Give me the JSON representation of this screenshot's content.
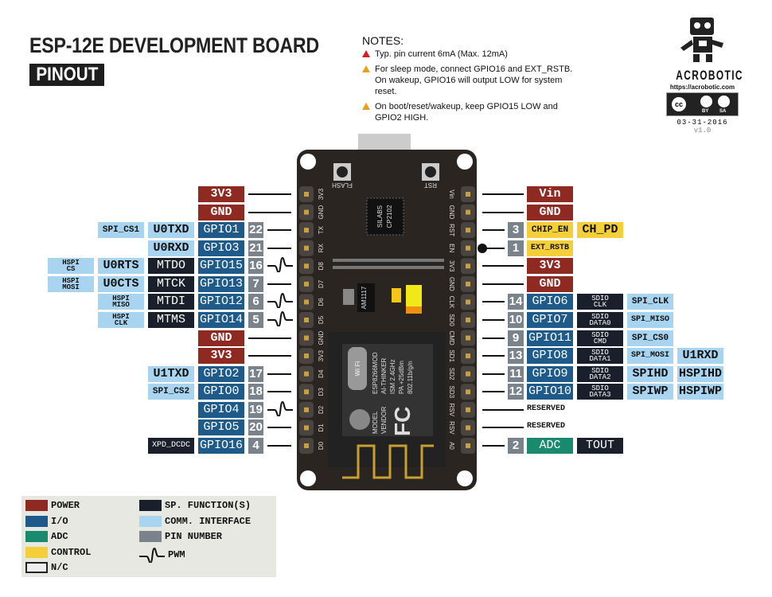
{
  "title": "ESP-12E DEVELOPMENT BOARD",
  "subtitle": "PINOUT",
  "notes": {
    "heading": "NOTES:",
    "items": [
      {
        "text": "Typ. pin current 6mA (Max. 12mA)",
        "icon": "warning-red-icon"
      },
      {
        "text": "For sleep mode, connect GPIO16 and EXT_RSTB. On wakeup, GPIO16 will output LOW for system reset.",
        "icon": "warning-orange-icon"
      },
      {
        "text": "On boot/reset/wakeup, keep GPIO15 LOW and GPIO2 HIGH.",
        "icon": "warning-orange-icon"
      }
    ]
  },
  "logo": {
    "brand": "ACROBOTIC",
    "url": "https://acrobotic.com",
    "license": "CC BY SA",
    "by": "BY",
    "sa": "SA",
    "date": "03-31-2016",
    "version": "v1.0"
  },
  "colors": {
    "power": "#8e2a22",
    "io": "#1e5a8a",
    "adc": "#1a8a6e",
    "control": "#f5cf3a",
    "sp": "#1a202b",
    "comm": "#a8d4f0",
    "pinno": "#7a838c"
  },
  "left_pins": [
    {
      "board": "3V3",
      "cells": [
        {
          "t": "3V3",
          "k": "power"
        }
      ]
    },
    {
      "board": "GND",
      "cells": [
        {
          "t": "GND",
          "k": "power"
        }
      ]
    },
    {
      "board": "TX",
      "pin": "22",
      "cells": [
        {
          "t": "SPI_CS1",
          "k": "comm"
        },
        {
          "t": "U0TXD",
          "k": "comm"
        },
        {
          "t": "GPIO1",
          "k": "io"
        }
      ]
    },
    {
      "board": "RX",
      "pin": "21",
      "cells": [
        {
          "t": "U0RXD",
          "k": "comm"
        },
        {
          "t": "GPIO3",
          "k": "io"
        }
      ]
    },
    {
      "board": "D8",
      "pin": "16",
      "pwm": true,
      "cells": [
        {
          "t": "HSPI\nCS",
          "k": "comm"
        },
        {
          "t": "U0RTS",
          "k": "comm"
        },
        {
          "t": "MTDO",
          "k": "sp"
        },
        {
          "t": "GPIO15",
          "k": "io"
        }
      ]
    },
    {
      "board": "D7",
      "pin": "7",
      "cells": [
        {
          "t": "HSPI\nMOSI",
          "k": "comm"
        },
        {
          "t": "U0CTS",
          "k": "comm"
        },
        {
          "t": "MTCK",
          "k": "sp"
        },
        {
          "t": "GPIO13",
          "k": "io"
        }
      ]
    },
    {
      "board": "D6",
      "pin": "6",
      "pwm": true,
      "cells": [
        {
          "t": "HSPI\nMISO",
          "k": "comm"
        },
        {
          "t": "MTDI",
          "k": "sp"
        },
        {
          "t": "GPIO12",
          "k": "io"
        }
      ]
    },
    {
      "board": "D5",
      "pin": "5",
      "pwm": true,
      "cells": [
        {
          "t": "HSPI\nCLK",
          "k": "comm"
        },
        {
          "t": "MTMS",
          "k": "sp"
        },
        {
          "t": "GPIO14",
          "k": "io"
        }
      ]
    },
    {
      "board": "GND",
      "cells": [
        {
          "t": "GND",
          "k": "power"
        }
      ]
    },
    {
      "board": "3V3",
      "cells": [
        {
          "t": "3V3",
          "k": "power"
        }
      ]
    },
    {
      "board": "D4",
      "pin": "17",
      "cells": [
        {
          "t": "U1TXD",
          "k": "comm"
        },
        {
          "t": "GPIO2",
          "k": "io"
        }
      ]
    },
    {
      "board": "D3",
      "pin": "18",
      "cells": [
        {
          "t": "SPI_CS2",
          "k": "comm"
        },
        {
          "t": "GPIO0",
          "k": "io"
        }
      ]
    },
    {
      "board": "D2",
      "pin": "19",
      "pwm": true,
      "cells": [
        {
          "t": "GPIO4",
          "k": "io"
        }
      ]
    },
    {
      "board": "D1",
      "pin": "20",
      "cells": [
        {
          "t": "GPIO5",
          "k": "io"
        }
      ]
    },
    {
      "board": "D0",
      "pin": "4",
      "cells": [
        {
          "t": "XPD_DCDC",
          "k": "sp"
        },
        {
          "t": "GPIO16",
          "k": "io"
        }
      ]
    }
  ],
  "right_pins": [
    {
      "board": "Vin",
      "cells": [
        {
          "t": "Vin",
          "k": "power"
        }
      ]
    },
    {
      "board": "GND",
      "cells": [
        {
          "t": "GND",
          "k": "power"
        }
      ]
    },
    {
      "board": "RST",
      "pin": "3",
      "cells": [
        {
          "t": "CHIP_EN",
          "k": "control"
        },
        {
          "t": "CH_PD",
          "k": "control"
        }
      ]
    },
    {
      "board": "EN",
      "pin": "1",
      "dot": true,
      "cells": [
        {
          "t": "EXT_RSTB",
          "k": "control"
        }
      ]
    },
    {
      "board": "3V3",
      "cells": [
        {
          "t": "3V3",
          "k": "power"
        }
      ]
    },
    {
      "board": "GND",
      "cells": [
        {
          "t": "GND",
          "k": "power"
        }
      ]
    },
    {
      "board": "CLK",
      "pin": "14",
      "cells": [
        {
          "t": "GPIO6",
          "k": "io"
        },
        {
          "t": "SDIO\nCLK",
          "k": "sp"
        },
        {
          "t": "SPI_CLK",
          "k": "comm"
        }
      ]
    },
    {
      "board": "SD0",
      "pin": "10",
      "cells": [
        {
          "t": "GPIO7",
          "k": "io"
        },
        {
          "t": "SDIO\nDATA0",
          "k": "sp"
        },
        {
          "t": "SPI_MISO",
          "k": "comm"
        }
      ]
    },
    {
      "board": "CMD",
      "pin": "9",
      "cells": [
        {
          "t": "GPIO11",
          "k": "io"
        },
        {
          "t": "SDIO\nCMD",
          "k": "sp"
        },
        {
          "t": "SPI_CS0",
          "k": "comm"
        }
      ]
    },
    {
      "board": "SD1",
      "pin": "13",
      "cells": [
        {
          "t": "GPIO8",
          "k": "io"
        },
        {
          "t": "SDIO\nDATA1",
          "k": "sp"
        },
        {
          "t": "SPI_MOSI",
          "k": "comm"
        },
        {
          "t": "U1RXD",
          "k": "comm"
        }
      ]
    },
    {
      "board": "SD2",
      "pin": "11",
      "cells": [
        {
          "t": "GPIO9",
          "k": "io"
        },
        {
          "t": "SDIO\nDATA2",
          "k": "sp"
        },
        {
          "t": "SPIHD",
          "k": "comm"
        },
        {
          "t": "HSPIHD",
          "k": "comm"
        }
      ]
    },
    {
      "board": "SD3",
      "pin": "12",
      "cells": [
        {
          "t": "GPIO10",
          "k": "io"
        },
        {
          "t": "SDIO\nDATA3",
          "k": "sp"
        },
        {
          "t": "SPIWP",
          "k": "comm"
        },
        {
          "t": "HSPIWP",
          "k": "comm"
        }
      ]
    },
    {
      "board": "RSV",
      "reserved": "RESERVED",
      "cells": []
    },
    {
      "board": "RSV",
      "reserved": "RESERVED",
      "cells": []
    },
    {
      "board": "A0",
      "pin": "2",
      "cells": [
        {
          "t": "ADC",
          "k": "adc"
        },
        {
          "t": "TOUT",
          "k": "sp"
        }
      ]
    }
  ],
  "board": {
    "flash": "FLASH",
    "rst": "RST",
    "usb_chip": [
      "SILABS",
      "CP2102"
    ],
    "regulator": "AM1117",
    "module": [
      "ESP8266MOD",
      "AI-THINKER",
      "ISM 2.4GHz",
      "PA +25dBm",
      "802.11b/g/n"
    ],
    "model": "MODEL",
    "vendor": "VENDOR",
    "wifi": "Wi Fi",
    "fcc": "FC"
  },
  "legend": [
    {
      "label": "POWER",
      "k": "power"
    },
    {
      "label": "I/O",
      "k": "io"
    },
    {
      "label": "ADC",
      "k": "adc"
    },
    {
      "label": "CONTROL",
      "k": "control"
    },
    {
      "label": "N/C",
      "k": "nc"
    },
    {
      "label": "SP. FUNCTION(S)",
      "k": "sp"
    },
    {
      "label": "COMM. INTERFACE",
      "k": "comm"
    },
    {
      "label": "PIN NUMBER",
      "k": "pinno"
    },
    {
      "label": "PWM",
      "k": "pwm"
    }
  ]
}
